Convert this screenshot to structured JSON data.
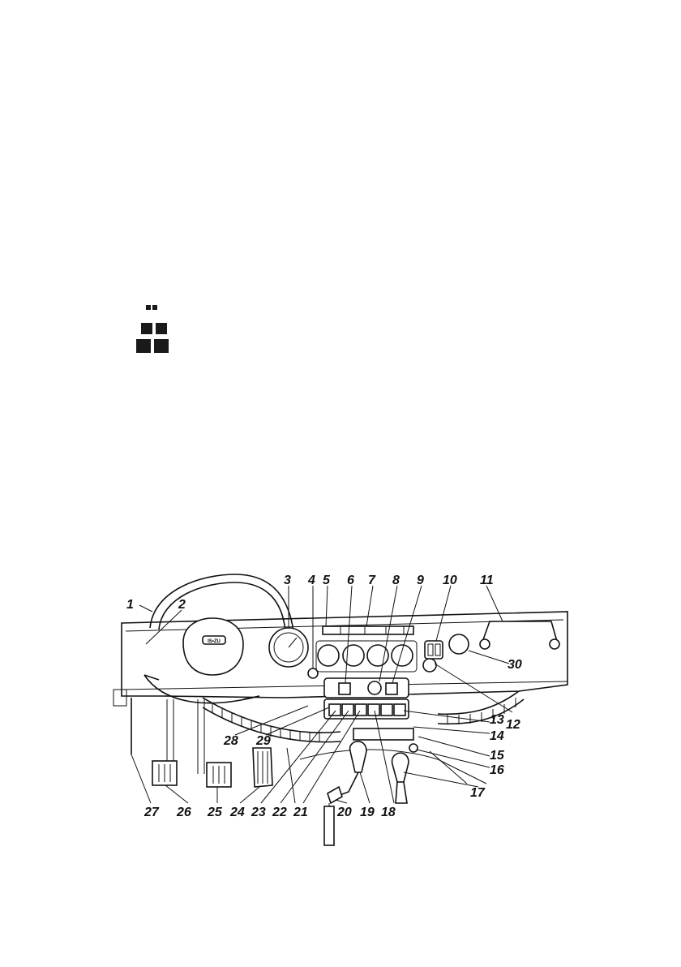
{
  "marker_icon": "squares-icon",
  "diagram": {
    "badge_text": "IS•ZU",
    "callouts": [
      "1",
      "2",
      "3",
      "4",
      "5",
      "6",
      "7",
      "8",
      "9",
      "10",
      "11",
      "12",
      "13",
      "14",
      "15",
      "16",
      "17",
      "18",
      "19",
      "20",
      "21",
      "22",
      "23",
      "24",
      "25",
      "26",
      "27",
      "28",
      "29",
      "30"
    ]
  },
  "colors": {
    "ink": "#111111",
    "paper": "#ffffff"
  }
}
